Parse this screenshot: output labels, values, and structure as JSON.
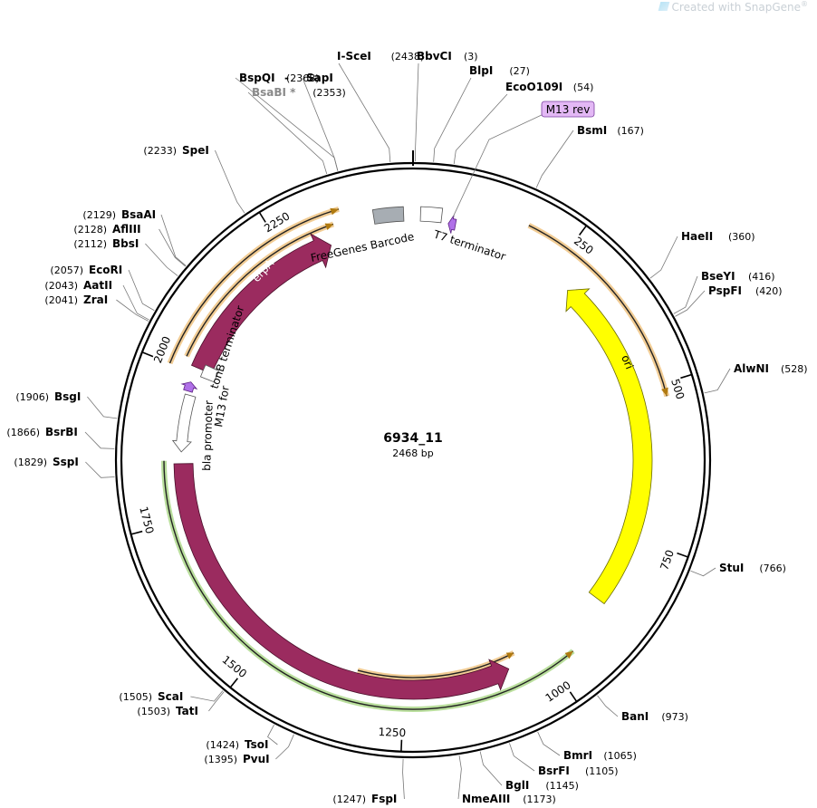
{
  "watermark": {
    "prefix": "Created with ",
    "brand": "SnapGene",
    "reg": "®"
  },
  "plasmid": {
    "name": "6934_11",
    "length_label": "2468 bp"
  },
  "ticks": [
    {
      "label": "250"
    },
    {
      "label": "500"
    },
    {
      "label": "750"
    },
    {
      "label": "1000"
    },
    {
      "label": "1250"
    },
    {
      "label": "1500"
    },
    {
      "label": "1750"
    },
    {
      "label": "2000"
    },
    {
      "label": "2250"
    }
  ],
  "enzymes": [
    {
      "name": "I-SceI",
      "pos": "(2438)"
    },
    {
      "name": "BbvCI",
      "pos": "(3)"
    },
    {
      "name": "BlpI",
      "pos": "(27)"
    },
    {
      "name": "EcoO109I",
      "pos": "(54)"
    },
    {
      "name": "BspQI",
      "pos": "(2368)"
    },
    {
      "name": "SapI",
      "pos": ""
    },
    {
      "name": "BsaBI *",
      "pos": "(2353)"
    },
    {
      "name": "BsmI",
      "pos": "(167)"
    },
    {
      "name": "SpeI",
      "pos": "(2233)"
    },
    {
      "name": "BsaAI",
      "pos": "(2129)"
    },
    {
      "name": "AflIII",
      "pos": "(2128)"
    },
    {
      "name": "BbsI",
      "pos": "(2112)"
    },
    {
      "name": "HaeII",
      "pos": "(360)"
    },
    {
      "name": "BseYI",
      "pos": "(416)"
    },
    {
      "name": "PspFI",
      "pos": "(420)"
    },
    {
      "name": "EcoRI",
      "pos": "(2057)"
    },
    {
      "name": "AatII",
      "pos": "(2043)"
    },
    {
      "name": "ZraI",
      "pos": "(2041)"
    },
    {
      "name": "AlwNI",
      "pos": "(528)"
    },
    {
      "name": "BsgI",
      "pos": "(1906)"
    },
    {
      "name": "BsrBI",
      "pos": "(1866)"
    },
    {
      "name": "SspI",
      "pos": "(1829)"
    },
    {
      "name": "StuI",
      "pos": "(766)"
    },
    {
      "name": "ScaI",
      "pos": "(1505)"
    },
    {
      "name": "TatI",
      "pos": "(1503)"
    },
    {
      "name": "BanI",
      "pos": "(973)"
    },
    {
      "name": "TsoI",
      "pos": "(1424)"
    },
    {
      "name": "PvuI",
      "pos": "(1395)"
    },
    {
      "name": "BmrI",
      "pos": "(1065)"
    },
    {
      "name": "BsrFI",
      "pos": "(1105)"
    },
    {
      "name": "BglI",
      "pos": "(1145)"
    },
    {
      "name": "NmeAIII",
      "pos": "(1173)"
    },
    {
      "name": "FspI",
      "pos": "(1247)"
    }
  ],
  "features": {
    "primer_m13rev": "M13 rev",
    "t7_terminator": "T7 terminator",
    "freegenes_barcode": "FreeGenes Barcode",
    "erpA": "erpA",
    "tonB_terminator": "tonB terminator",
    "m13_for": "M13 for",
    "bla_promoter": "bla promoter",
    "ori": "ori",
    "bla": "bla"
  },
  "colors": {
    "bla": "#9b2b5f",
    "erpA": "#9b2b5f",
    "ori": "#ffff00",
    "barcode": "#a7adb3",
    "primer": "#b070e8",
    "primer_label_bg": "#e3b8f5",
    "orf_orange": "#e6a23c",
    "orf_green": "#7fc24a"
  }
}
